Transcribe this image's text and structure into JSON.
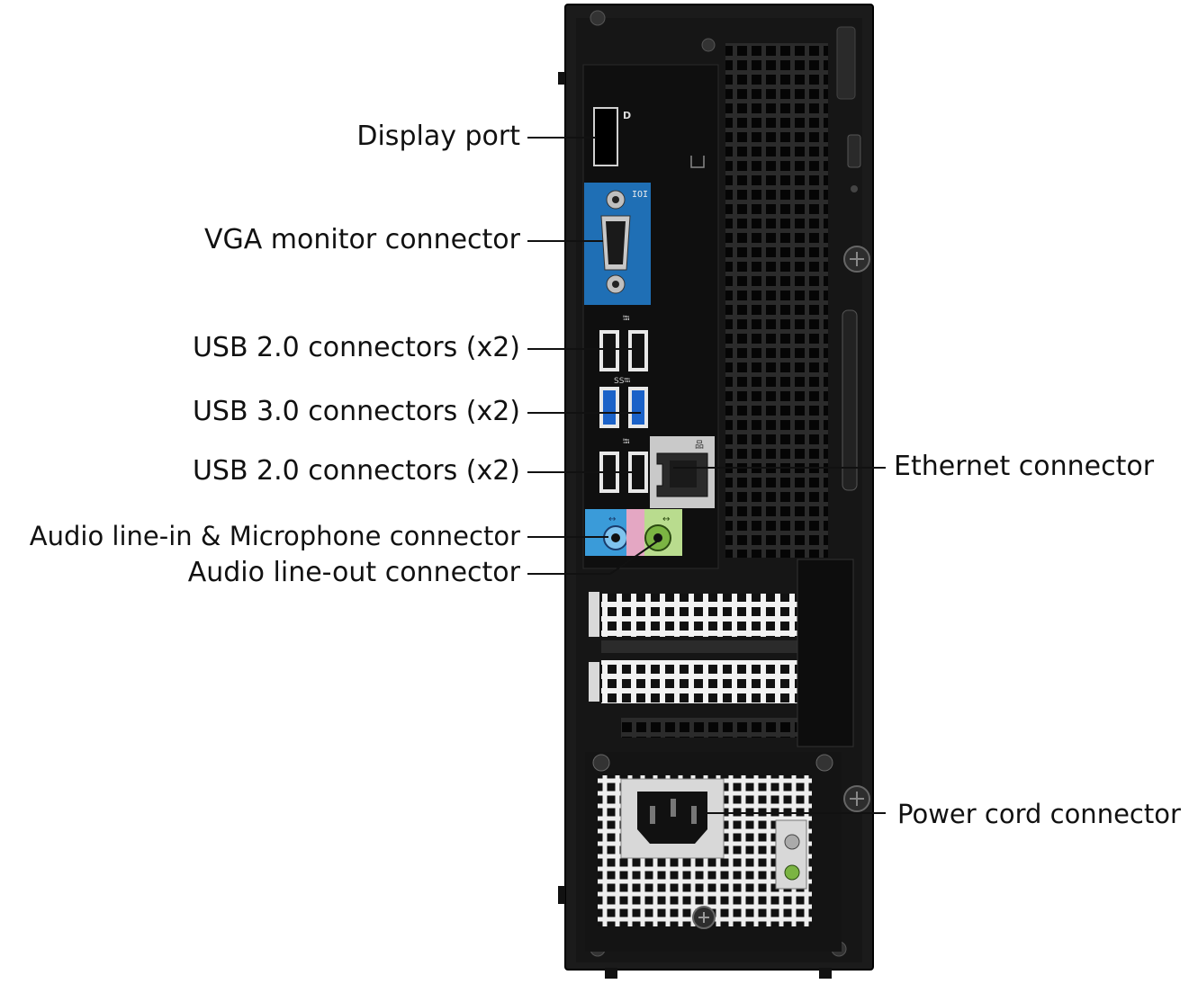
{
  "labels": {
    "display_port": "Display port",
    "vga": "VGA monitor connector",
    "usb2_top": "USB 2.0 connectors (x2)",
    "usb3": "USB 3.0 connectors (x2)",
    "usb2_bottom": "USB 2.0 connectors (x2)",
    "audio_in": "Audio line-in & Microphone connector",
    "audio_out": "Audio line-out connector",
    "ethernet": "Ethernet connector",
    "power": "Power cord connector"
  },
  "colors": {
    "chassis": "#1b1b1b",
    "panel": "#0f0f0f",
    "vga_plate": "#1f6fb5",
    "usb3_blue": "#1b62c8",
    "audio_in_blue": "#3a9bd9",
    "audio_out_green": "#7bb443",
    "pink": "#e4a7c3",
    "ethernet_gray": "#c9c9c9",
    "power_plate": "#d8d8d8"
  },
  "icons": {
    "display_port": "dp-logo-icon",
    "vga": "monitor-icon",
    "usb": "usb-icon",
    "usb3": "ss-usb-icon",
    "ethernet": "network-icon",
    "audio_in": "line-in-icon",
    "audio_out": "line-out-icon",
    "lock": "padlock-icon"
  }
}
